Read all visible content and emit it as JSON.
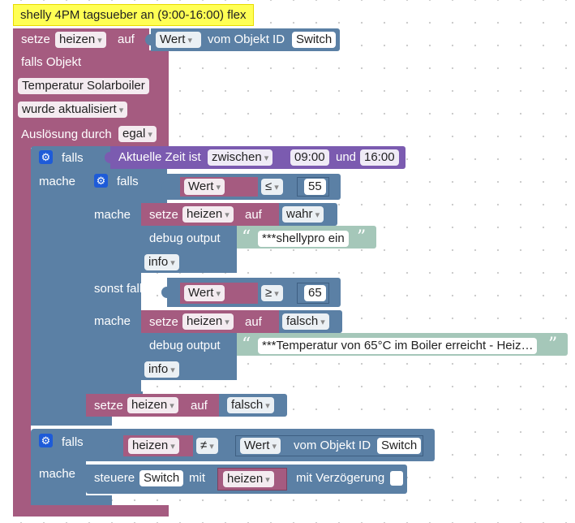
{
  "comment": "shelly 4PM tagsueber an (9:00-16:00) flex",
  "setze_top": {
    "label": "setze",
    "var": "heizen",
    "auf": "auf",
    "value_dd": "Wert",
    "vom_objekt": "vom Objekt ID",
    "object": "Switch"
  },
  "trigger": {
    "falls_objekt": "falls Objekt",
    "object": "Temperatur Solarboiler",
    "event": "wurde aktualisiert",
    "auslosung_label": "Auslösung durch",
    "auslosung_value": "egal"
  },
  "if1": {
    "falls": "falls",
    "mache": "mache",
    "time_label": "Aktuelle Zeit ist",
    "time_op": "zwischen",
    "time_from": "09:00",
    "und": "und",
    "time_to": "16:00",
    "inner": {
      "falls": "falls",
      "cond1": {
        "value": "Wert",
        "op": "≤",
        "num": "55"
      },
      "mache": "mache",
      "set1": {
        "label": "setze",
        "var": "heizen",
        "auf": "auf",
        "value": "wahr"
      },
      "debug1": {
        "label": "debug output",
        "text": "***shellypro ein",
        "level": "info"
      },
      "sonst_falls": "sonst falls",
      "cond2": {
        "value": "Wert",
        "op": "≥",
        "num": "65"
      },
      "mache2": "mache",
      "set2": {
        "label": "setze",
        "var": "heizen",
        "auf": "auf",
        "value": "falsch"
      },
      "debug2": {
        "label": "debug output",
        "text": "***Temperatur von 65°C im Boiler erreicht - Heiz…",
        "level": "info"
      }
    },
    "after": {
      "label": "setze",
      "var": "heizen",
      "auf": "auf",
      "value": "falsch"
    }
  },
  "if2": {
    "falls": "falls",
    "mache": "mache",
    "var": "heizen",
    "op": "≠",
    "value_dd": "Wert",
    "vom_objekt": "vom Objekt ID",
    "object": "Switch",
    "steuere": "steuere",
    "steuere_object": "Switch",
    "mit": "mit",
    "mit_var": "heizen",
    "delay": "mit Verzögerung"
  },
  "colors": {
    "trigger": "#a55b80",
    "logic": "#5b80a5",
    "string": "#a5c7b9",
    "time": "#7b5bb0",
    "comment": "#ffff54",
    "gear": "#1e5bd8"
  }
}
